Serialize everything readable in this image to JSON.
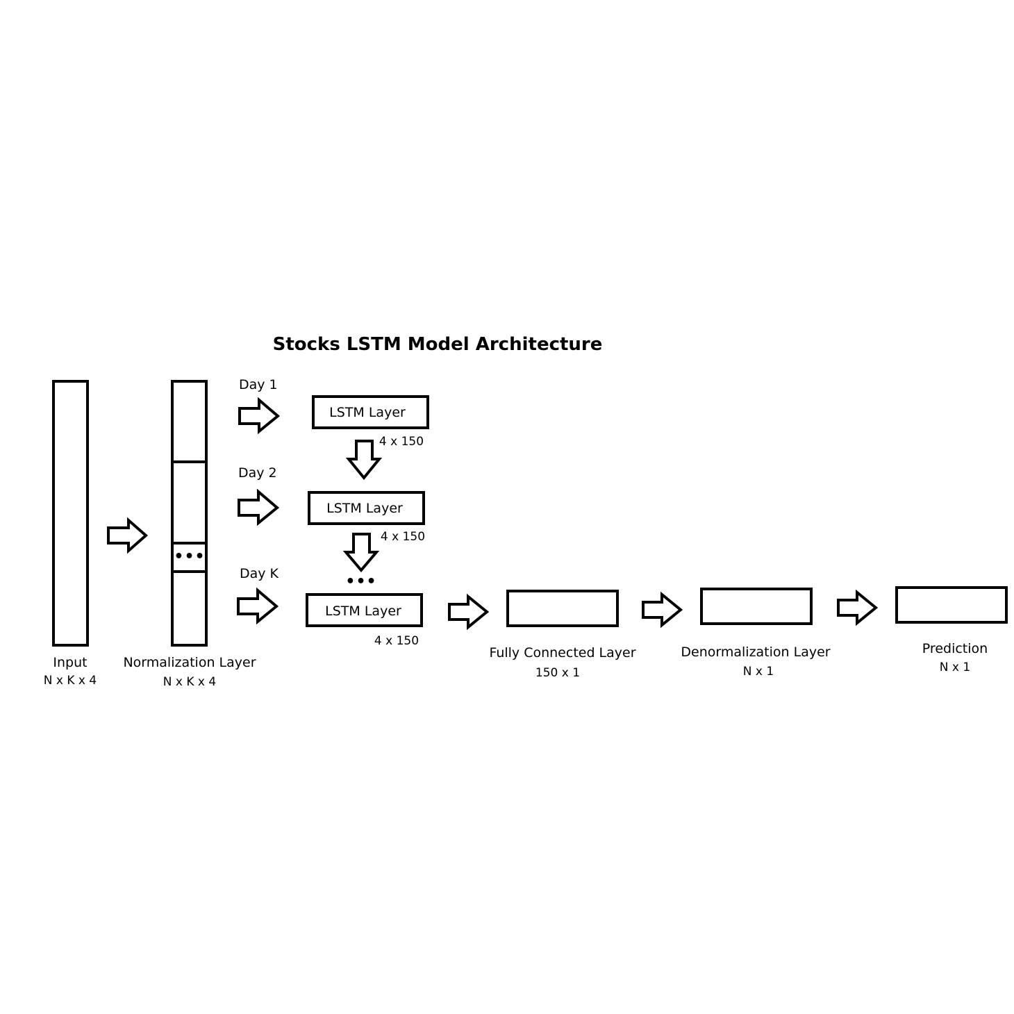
{
  "title": "Stocks LSTM Model Architecture",
  "input": {
    "label": "Input",
    "dims": "N x K x 4"
  },
  "normalization": {
    "label": "Normalization Layer",
    "dims": "N x K x 4",
    "ellipsis": "•••"
  },
  "days": [
    "Day 1",
    "Day 2",
    "Day K"
  ],
  "lstm": [
    {
      "label": "LSTM Layer",
      "dims": "4 x 150"
    },
    {
      "label": "LSTM Layer",
      "dims": "4 x 150"
    },
    {
      "label": "LSTM Layer",
      "dims": "4 x 150"
    }
  ],
  "lstm_ellipsis": "•••",
  "fully_connected": {
    "label": "Fully Connected Layer",
    "dims": "150 x 1"
  },
  "denormalization": {
    "label": "Denormalization Layer",
    "dims": "N x 1"
  },
  "prediction": {
    "label": "Prediction",
    "dims": "N x 1"
  }
}
